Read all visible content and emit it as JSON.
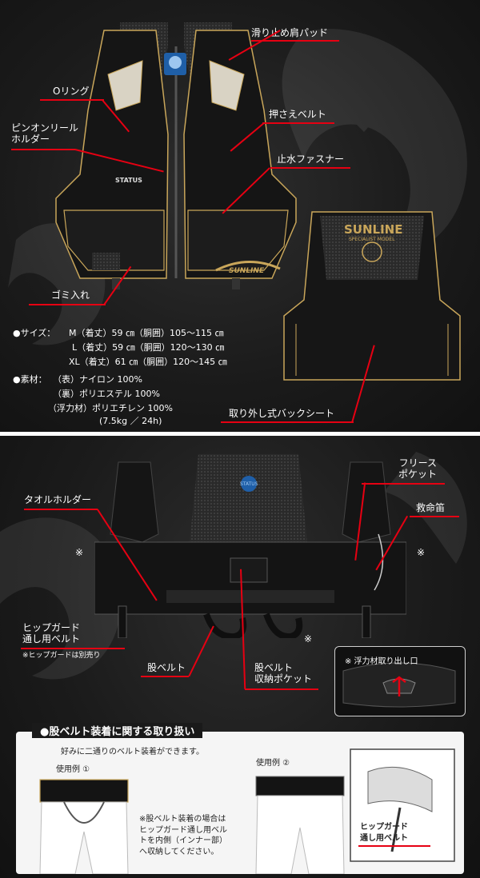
{
  "top": {
    "labels": {
      "shoulder_pad": "滑り止め肩パッド",
      "o_ring": "Oリング",
      "pin_on_reel": "ピンオンリール\nホルダー",
      "press_belt": "押さえベルト",
      "waterproof_zipper": "止水ファスナー",
      "trash": "ゴミ入れ",
      "back_seat": "取り外し式バックシート"
    },
    "brand_back": "SUNLINE",
    "brand_back_sub": "SPECIALIST MODEL",
    "brand_front": "STATUS",
    "brand_patch": "SUNLINE",
    "specs": {
      "size_label": "●サイズ：",
      "sizes": [
        "M（着丈）59 ㎝（胴囲）105〜115 ㎝",
        "L（着丈）59 ㎝（胴囲）120〜130 ㎝",
        "XL（着丈）61 ㎝（胴囲）120〜145 ㎝"
      ],
      "material_label": "●素材：",
      "materials": [
        "（表）ナイロン 100%",
        "（裏）ポリエステル 100%",
        "（浮力材）ポリエチレン 100%",
        "(7.5kg ／ 24h)"
      ]
    }
  },
  "bottom": {
    "labels": {
      "towel_holder": "タオルホルダー",
      "fleece_pocket": "フリース\nポケット",
      "whistle": "救命笛",
      "hip_guard_belt": "ヒップガード\n通し用ベルト",
      "hip_guard_note": "※ヒップガードは別売り",
      "crotch_belt": "股ベルト",
      "crotch_belt_pocket": "股ベルト\n収納ポケット",
      "float_outlet": "※ 浮力材取り出し口",
      "mark": "※"
    },
    "logo": "STATUS",
    "card": {
      "title": "●股ベルト装着に関する取り扱い",
      "intro": "好みに二通りのベルト装着ができます。",
      "example1": "使用例 ①",
      "example2": "使用例 ②",
      "note": "※股ベルト装着の場合は\nヒップガード通し用ベル\nトを内側（インナー部）\nへ収納してください。",
      "hip_guard_label": "ヒップガード\n通し用ベルト"
    }
  },
  "colors": {
    "accent_red": "#e60012",
    "gold": "#c9a65a",
    "vest_black": "#151515",
    "mesh_grey": "#3a3a3a"
  }
}
